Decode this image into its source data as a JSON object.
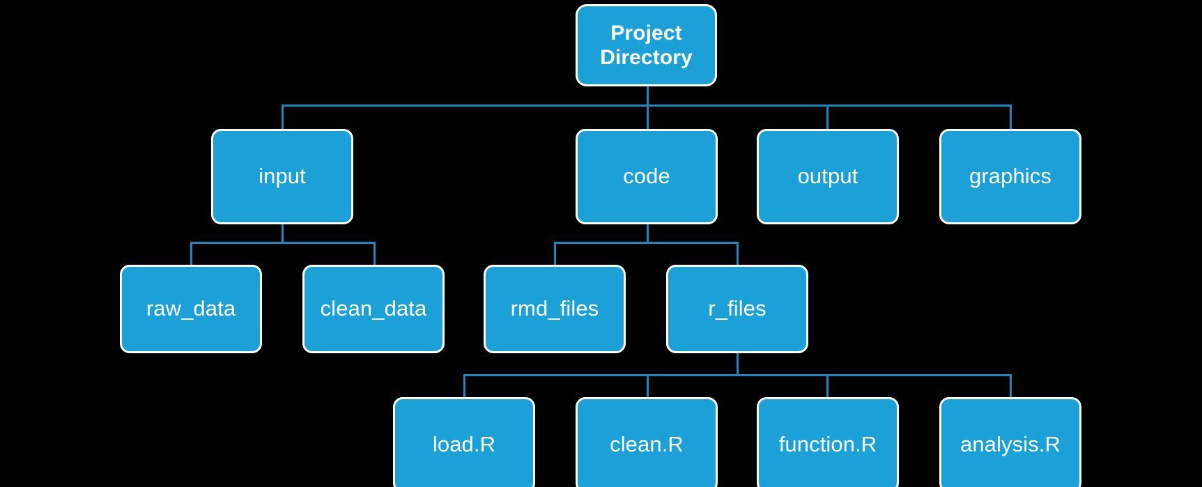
{
  "diagram": {
    "title": "Project Directory Structure Tree",
    "type": "tree",
    "background_color": "#000000",
    "node_fill_color": "#1CA0D8",
    "node_border_color": "#FFFFFF",
    "node_text_color": "#FFFFFF",
    "connector_color": "#1C86C0"
  },
  "nodes": {
    "root": {
      "label": "Project\nDirectory"
    },
    "level1": [
      {
        "label": "input"
      },
      {
        "label": "code"
      },
      {
        "label": "output"
      },
      {
        "label": "graphics"
      }
    ],
    "level2_input": [
      {
        "label": "raw_data"
      },
      {
        "label": "clean_data"
      }
    ],
    "level2_code": [
      {
        "label": "rmd_files"
      },
      {
        "label": "r_files"
      }
    ],
    "level3_rfiles": [
      {
        "label": "load.R"
      },
      {
        "label": "clean.R"
      },
      {
        "label": "function.R"
      },
      {
        "label": "analysis.R"
      }
    ]
  }
}
